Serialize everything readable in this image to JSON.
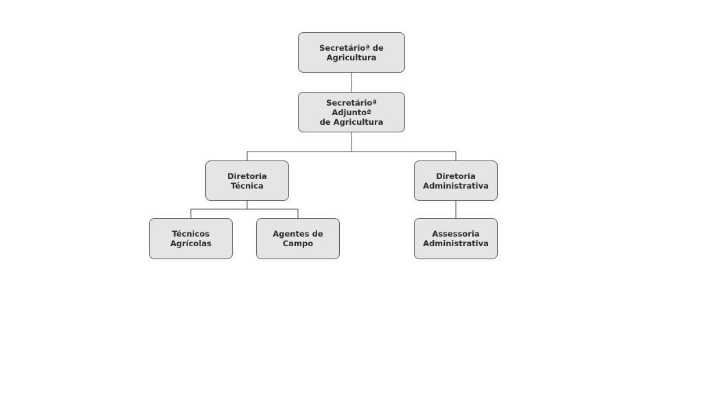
{
  "org_chart": {
    "nodes": {
      "secretario": "Secretárioª de\nAgricultura",
      "secretario_adjunto": "Secretárioª Adjuntoª\nde Agricultura",
      "diretoria_tecnica": "Diretoria Técnica",
      "diretoria_administrativa": "Diretoria\nAdministrativa",
      "tecnicos_agricolas": "Técnicos\nAgrícolas",
      "agentes_de_campo": "Agentes de\nCampo",
      "assessoria_administrativa": "Assessoria\nAdministrativa"
    },
    "edges": [
      [
        "secretario",
        "secretario_adjunto"
      ],
      [
        "secretario_adjunto",
        "diretoria_tecnica"
      ],
      [
        "secretario_adjunto",
        "diretoria_administrativa"
      ],
      [
        "diretoria_tecnica",
        "tecnicos_agricolas"
      ],
      [
        "diretoria_tecnica",
        "agentes_de_campo"
      ],
      [
        "diretoria_administrativa",
        "assessoria_administrativa"
      ]
    ],
    "colors": {
      "node_fill": "#e5e5e5",
      "node_border": "#5a5a5a",
      "connector": "#4a4a4a",
      "text": "#2b2b2b"
    }
  }
}
